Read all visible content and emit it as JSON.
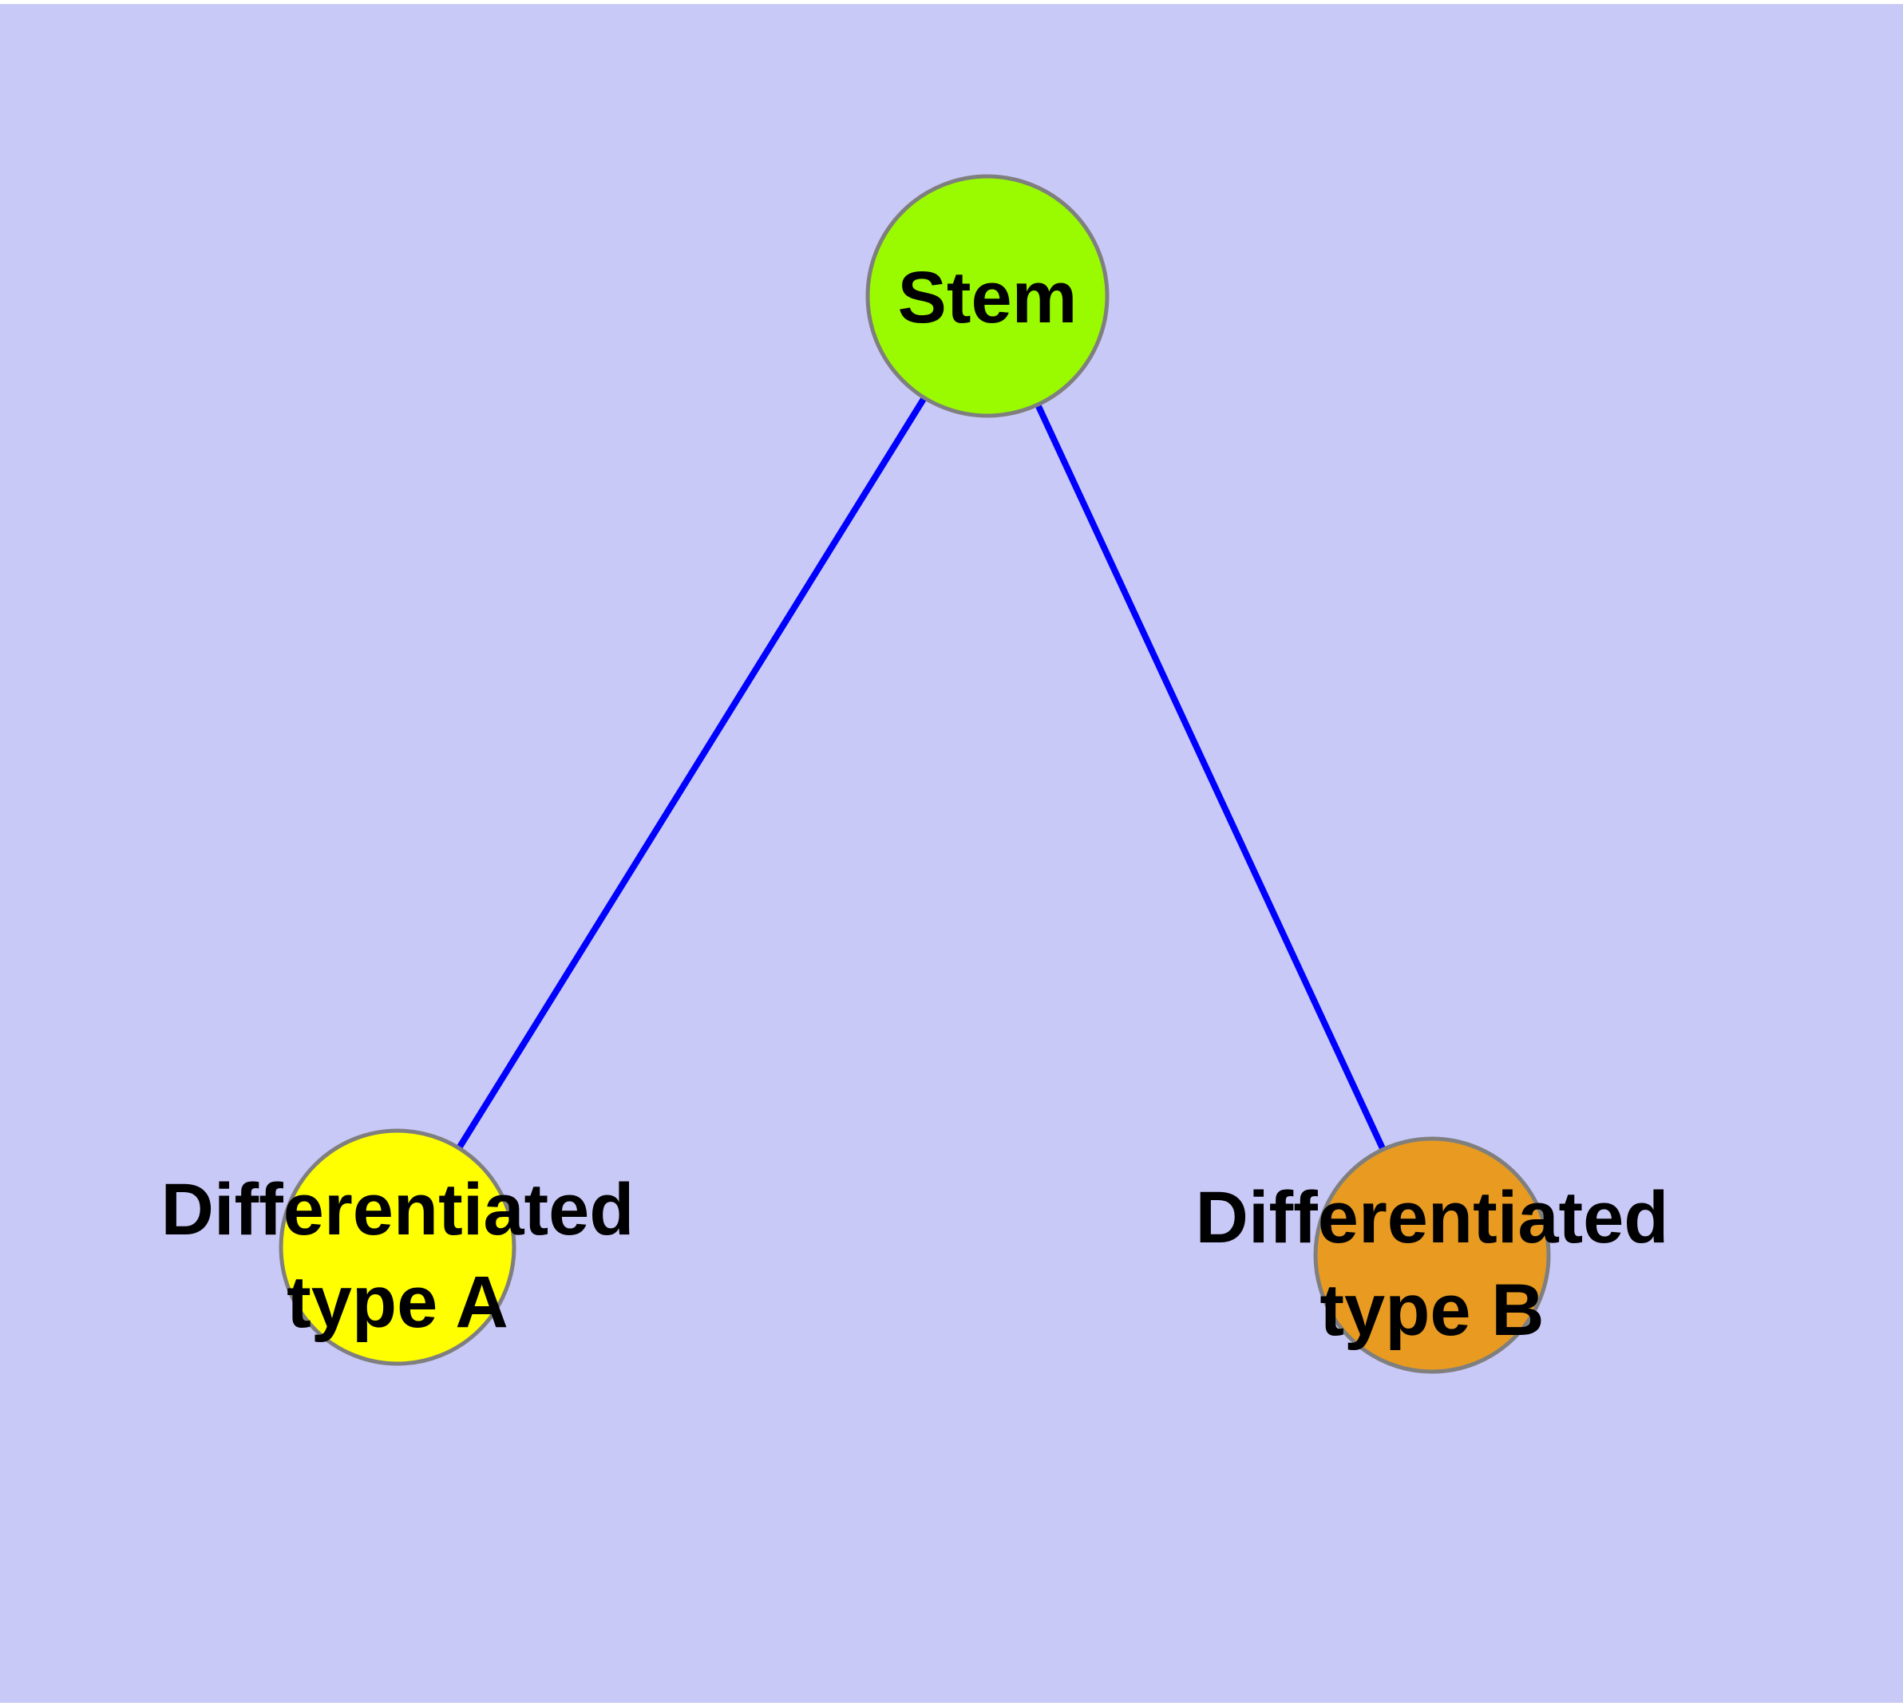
{
  "diagram": {
    "background_color": "#C9C9F8",
    "edge_trim_color": "#FFFFFF",
    "edge_color": "#0000FF",
    "node_border_color": "#7F7F7F",
    "text_color": "#000000",
    "nodes": {
      "stem": {
        "label": "Stem",
        "fill": "#9AFB00"
      },
      "type_a": {
        "label_line1": "Differentiated",
        "label_line2": "type A",
        "fill": "#FFFF00"
      },
      "type_b": {
        "label_line1": "Differentiated",
        "label_line2": "type B",
        "fill": "#E89B20"
      }
    },
    "edges": [
      {
        "from": "Stem",
        "to": "Differentiated type A"
      },
      {
        "from": "Stem",
        "to": "Differentiated type B"
      }
    ]
  }
}
